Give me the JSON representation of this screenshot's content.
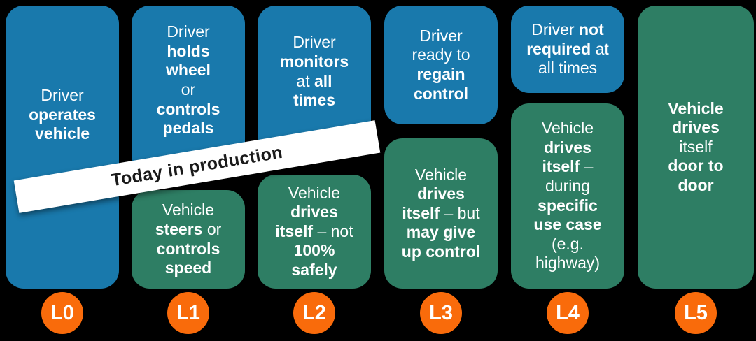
{
  "banner": {
    "label": "Today in production"
  },
  "colors": {
    "background": "#000000",
    "blue": "#1979AC",
    "green": "#2E7E64",
    "orange": "#F96B0B",
    "banner_bg": "#FFFFFF",
    "banner_text": "#1A1A1A",
    "card_text": "#FFFFFF"
  },
  "levels": [
    {
      "id": "L0",
      "driver_card": {
        "lines": [
          [
            {
              "t": "Driver",
              "b": false
            }
          ],
          [
            {
              "t": "operates",
              "b": true
            }
          ],
          [
            {
              "t": "vehicle",
              "b": true
            }
          ]
        ]
      },
      "vehicle_card": null
    },
    {
      "id": "L1",
      "driver_card": {
        "lines": [
          [
            {
              "t": "Driver",
              "b": false
            }
          ],
          [
            {
              "t": "holds",
              "b": true
            }
          ],
          [
            {
              "t": "wheel",
              "b": true
            }
          ],
          [
            {
              "t": "or",
              "b": false
            }
          ],
          [
            {
              "t": "controls",
              "b": true
            }
          ],
          [
            {
              "t": "pedals",
              "b": true
            }
          ]
        ]
      },
      "vehicle_card": {
        "lines": [
          [
            {
              "t": "Vehicle",
              "b": false
            }
          ],
          [
            {
              "t": "steers",
              "b": true
            },
            {
              "t": " or",
              "b": false
            }
          ],
          [
            {
              "t": "controls",
              "b": true
            }
          ],
          [
            {
              "t": "speed",
              "b": true
            }
          ]
        ]
      }
    },
    {
      "id": "L2",
      "driver_card": {
        "lines": [
          [
            {
              "t": "Driver",
              "b": false
            }
          ],
          [
            {
              "t": "monitors",
              "b": true
            }
          ],
          [
            {
              "t": "at ",
              "b": false
            },
            {
              "t": "all",
              "b": true
            }
          ],
          [
            {
              "t": "times",
              "b": true
            }
          ]
        ]
      },
      "vehicle_card": {
        "lines": [
          [
            {
              "t": "Vehicle",
              "b": false
            }
          ],
          [
            {
              "t": "drives",
              "b": true
            }
          ],
          [
            {
              "t": "itself",
              "b": true
            },
            {
              "t": " – not",
              "b": false
            }
          ],
          [
            {
              "t": "100%",
              "b": true
            }
          ],
          [
            {
              "t": "safely",
              "b": true
            }
          ]
        ]
      }
    },
    {
      "id": "L3",
      "driver_card": {
        "lines": [
          [
            {
              "t": "Driver",
              "b": false
            }
          ],
          [
            {
              "t": "ready to",
              "b": false
            }
          ],
          [
            {
              "t": "regain",
              "b": true
            }
          ],
          [
            {
              "t": "control",
              "b": true
            }
          ]
        ]
      },
      "vehicle_card": {
        "lines": [
          [
            {
              "t": "Vehicle",
              "b": false
            }
          ],
          [
            {
              "t": "drives",
              "b": true
            }
          ],
          [
            {
              "t": "itself",
              "b": true
            },
            {
              "t": " – but",
              "b": false
            }
          ],
          [
            {
              "t": "may give",
              "b": true
            }
          ],
          [
            {
              "t": "up control",
              "b": true
            }
          ]
        ]
      }
    },
    {
      "id": "L4",
      "driver_card": {
        "lines": [
          [
            {
              "t": "Driver ",
              "b": false
            },
            {
              "t": "not",
              "b": true
            }
          ],
          [
            {
              "t": "required",
              "b": true
            },
            {
              "t": " at",
              "b": false
            }
          ],
          [
            {
              "t": "all times",
              "b": false
            }
          ]
        ]
      },
      "vehicle_card": {
        "lines": [
          [
            {
              "t": "Vehicle",
              "b": false
            }
          ],
          [
            {
              "t": "drives",
              "b": true
            }
          ],
          [
            {
              "t": "itself",
              "b": true
            },
            {
              "t": " –",
              "b": false
            }
          ],
          [
            {
              "t": "during",
              "b": false
            }
          ],
          [
            {
              "t": "specific",
              "b": true
            }
          ],
          [
            {
              "t": "use case",
              "b": true
            }
          ],
          [
            {
              "t": "(e.g.",
              "b": false
            }
          ],
          [
            {
              "t": "highway)",
              "b": false
            }
          ]
        ]
      }
    },
    {
      "id": "L5",
      "driver_card": null,
      "vehicle_card": {
        "lines": [
          [
            {
              "t": "Vehicle",
              "b": true
            }
          ],
          [
            {
              "t": "drives",
              "b": true
            }
          ],
          [
            {
              "t": "itself",
              "b": false
            }
          ],
          [
            {
              "t": "door to",
              "b": true
            }
          ],
          [
            {
              "t": "door",
              "b": true
            }
          ]
        ]
      }
    }
  ]
}
